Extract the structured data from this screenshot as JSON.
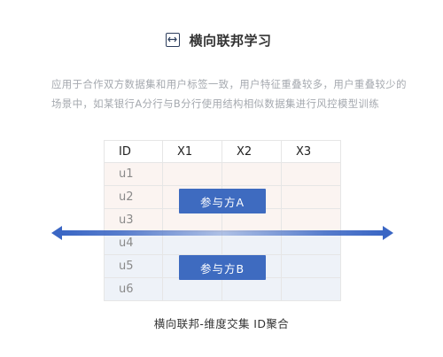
{
  "header": {
    "title": "横向联邦学习",
    "icon": "horizontal-arrows-icon"
  },
  "description": "应用于合作双方数据集和用户标签一致，用户特征重叠较多，用户重叠较少的场景中，如某银行A分行与B分行使用结构相似数据集进行风控模型训练",
  "table": {
    "columns": [
      "ID",
      "X1",
      "X2",
      "X3"
    ],
    "rows": [
      "u1",
      "u2",
      "u3",
      "u4",
      "u5",
      "u6"
    ]
  },
  "parties": {
    "a": "参与方A",
    "b": "参与方B"
  },
  "caption": "横向联邦-维度交集 ID聚合",
  "colors": {
    "accent": "#3e6bc0",
    "party_a_bg": "#fbf4f1",
    "party_b_bg": "#eef2f8",
    "arrow": "#3a66c4"
  }
}
